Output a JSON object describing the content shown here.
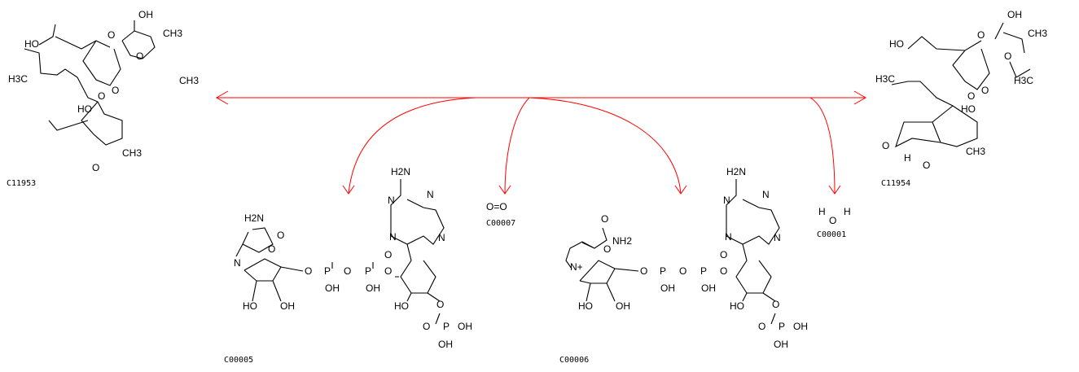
{
  "diagram": {
    "type": "reaction",
    "arrow_color": "#ff0000",
    "compounds": [
      {
        "id": "C11953",
        "role": "substrate",
        "labels": [
          "OH",
          "CH3",
          "HO",
          "O",
          "O",
          "H3C",
          "O",
          "O",
          "HO",
          "CH3",
          "O",
          "CH3"
        ]
      },
      {
        "id": "C11954",
        "role": "product",
        "labels": [
          "OH",
          "CH3",
          "HO",
          "O",
          "O",
          "H3C",
          "H3C",
          "O",
          "O",
          "HO",
          "O",
          "H",
          "O",
          "CH3"
        ]
      },
      {
        "id": "C00005",
        "role": "cofactor-in",
        "labels": [
          "H2N",
          "O",
          "N",
          "O",
          "O",
          "P",
          "O",
          "P",
          "O",
          "OH",
          "OH",
          "O",
          "HO",
          "OH",
          "HO",
          "O",
          "O",
          "P",
          "OH",
          "OH",
          "H2N",
          "N",
          "N",
          "N",
          "N"
        ]
      },
      {
        "id": "C00007",
        "role": "cofactor-in",
        "labels": [
          "O=O"
        ]
      },
      {
        "id": "C00006",
        "role": "cofactor-out",
        "labels": [
          "NH2",
          "O",
          "N+",
          "O",
          "O",
          "P",
          "O",
          "P",
          "O",
          "OH",
          "OH",
          "O",
          "HO",
          "OH",
          "HO",
          "O",
          "O",
          "P",
          "OH",
          "OH",
          "H2N",
          "N",
          "N",
          "N",
          "N"
        ]
      },
      {
        "id": "C00001",
        "role": "cofactor-out",
        "labels": [
          "H",
          "O",
          "H"
        ]
      }
    ]
  }
}
